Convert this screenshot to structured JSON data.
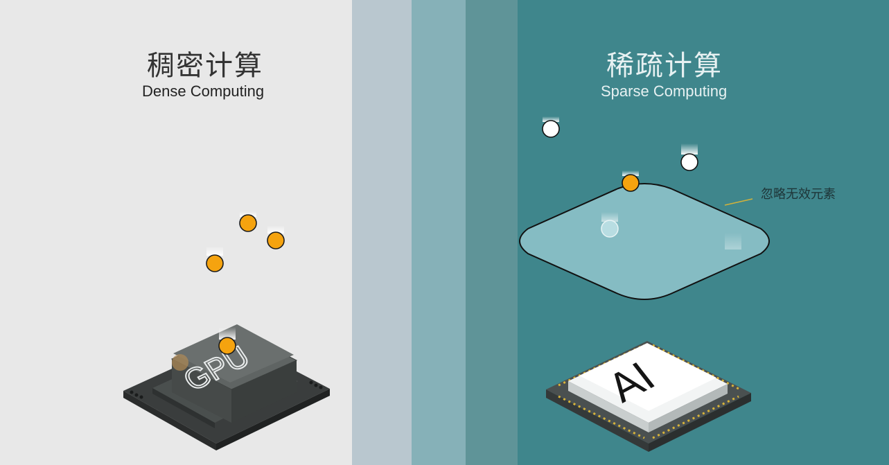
{
  "dense": {
    "title_cn": "稠密计算",
    "title_en": "Dense Computing",
    "chip_label": "GPU"
  },
  "sparse": {
    "title_cn": "稀疏计算",
    "title_en": "Sparse Computing",
    "chip_label": "AI",
    "annotation": "忽略无效元素"
  },
  "colors": {
    "dense_bg": "#e8e8e8",
    "sparse_bg": "#3f868c",
    "orange_ball": "#f5a30f",
    "white_ball": "#ffffff",
    "filter_plate": "#85bcc3",
    "gpu_chip": "#5f6463",
    "ai_chip_top": "#ffffff",
    "ai_pins": "#d8b43a"
  },
  "icons": [
    "orange-ball-icon",
    "white-ball-icon",
    "gpu-chip-icon",
    "ai-chip-icon",
    "filter-plate-icon"
  ]
}
